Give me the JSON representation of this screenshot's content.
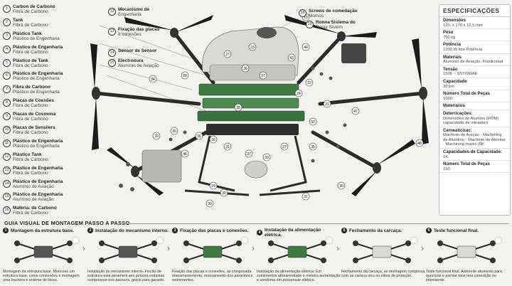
{
  "legend": [
    {
      "n": "1",
      "title": "Carbon de Carbono",
      "sub": "Fibra de Carbono"
    },
    {
      "n": "2",
      "title": "Tank",
      "sub": "Fibra de Carbono"
    },
    {
      "n": "3",
      "title": "Plástico Tank",
      "sub": "Plástico de Engenharia"
    },
    {
      "n": "4",
      "title": "Plástico de Engenharia",
      "sub": "Fibra de Carbono"
    },
    {
      "n": "5",
      "title": "Plástico de Tank",
      "sub": "Fibra de Carbono"
    },
    {
      "n": "6",
      "title": "Plástico de Engenharia",
      "sub": "Plástico de Engenharia"
    },
    {
      "n": "7",
      "title": "Fibra de Carbono",
      "sub": "Plástico de Engenharia"
    },
    {
      "n": "8",
      "title": "Placas de Coexões",
      "sub": "Fibra de Carbono"
    },
    {
      "n": "9",
      "title": "Placas de Cosmona",
      "sub": "Fibra de Carbono"
    },
    {
      "n": "10",
      "title": "Placas de Sensilers",
      "sub": "Fibra de Carbono"
    },
    {
      "n": "11",
      "title": "Plástico de Engenharia",
      "sub": "Plástico de Engenharia"
    },
    {
      "n": "12",
      "title": "Plástico Tank",
      "sub": "Fibra de Carbono"
    },
    {
      "n": "13",
      "title": "Plástico de Engenharia",
      "sub": "Fibra de Carbono"
    },
    {
      "n": "14",
      "title": "Plástico de Engenharia",
      "sub": "Alumínio de Aviação"
    },
    {
      "n": "15",
      "title": "Plástico de Engenharia",
      "sub": "Alumínio de Aviação"
    },
    {
      "n": "16",
      "title": "Materia: de Carbono",
      "sub": "Fibra de Carbono"
    }
  ],
  "callouts": [
    {
      "n": "12",
      "title": "Mecanismo de",
      "sub": "Engenharia"
    },
    {
      "n": "13",
      "title": "Fixação das placas",
      "sub": "e conexões"
    },
    {
      "n": "14",
      "title": "Sensor de Sensor",
      "sub": ""
    },
    {
      "n": "15",
      "title": "Electronura",
      "sub": "Alumínio de Aviação"
    },
    {
      "n": "18",
      "title": "Screws de comedação",
      "sub": "Momos"
    },
    {
      "n": "19",
      "title": "Ronna Sistema do",
      "sub": "Spray Sistem"
    }
  ],
  "part_numbers": [
    "29",
    "34",
    "36",
    "30",
    "27",
    "23",
    "26",
    "28",
    "22",
    "24",
    "21",
    "47",
    "32",
    "30",
    "31",
    "37",
    "33",
    "27",
    "20",
    "46",
    "35",
    "44",
    "43",
    "29",
    "30",
    "30",
    "31",
    "30",
    "48",
    "19",
    "37"
  ],
  "specs": {
    "title": "ESPECIFICAÇÕES",
    "items": [
      {
        "label": "Dimensões",
        "value": "120. x 170 x 12,5 mm"
      },
      {
        "label": "Peso",
        "value": "750 kg"
      },
      {
        "label": "Potência",
        "value": "1200 W Itxo Potência"
      },
      {
        "label": "Materiais",
        "value": "Alumínio de Aviação, Flasilicidad"
      },
      {
        "label": "Tensão",
        "value": "1506 ~ SST/0WAE"
      },
      {
        "label": "Capacidade",
        "value": "30 km"
      },
      {
        "label": "Número Total de Peças",
        "value": "1000"
      },
      {
        "label": "Materiaisis",
        "value": ""
      },
      {
        "label": "Deterricações:",
        "value": "Dimensões de Alumino (ROM) capacidade de vitiradoro"
      },
      {
        "label": "Cerneaticizac:",
        "value": "Machinio de Aorçao · Machining de Aluminio · Machinio de Atonitar · Machining marks (8K"
      },
      {
        "label": "Capacidades de Capacidade:",
        "value": "1K"
      },
      {
        "label": "Número Total de Peças",
        "value": "150"
      }
    ]
  },
  "guide": {
    "title": "GUIA VISUAL DE MONTAGEM PASSO A PASSO",
    "steps": [
      {
        "n": "1",
        "title": "Montagem da estrutura base.",
        "desc": "Montagem da estrutura base. Moncoes um estrutura base, como coneexões e montagem uma bachera e enteme de litoxo."
      },
      {
        "n": "2",
        "title": "Instalação do mecanismo interno.",
        "desc": "Instalação do mecanismo interno. Fincão de estrutura esta perament aes porsora esitastas compressor-nos passucs, gnicio para garanto."
      },
      {
        "n": "3",
        "title": "Fixação das placas e conexões.",
        "desc": "Fixação das placas e conexões, as composada maeamaciemento, monsaneerto dos paraninncs welmmentos."
      },
      {
        "n": "4",
        "title": "Instalação da alimentação elétrica.",
        "desc": "Instalação da alimentação elétrica. Em comimentos altreanestiade e meteira aumentação e sendoma em possensae elétrico."
      },
      {
        "n": "5",
        "title": "Fechamento da carcaça.",
        "desc": "Fechamento da carcaça, se montagem compessa com ua carlaca orru ou ellera de proteção."
      },
      {
        "n": "6",
        "title": "Teste funcional final.",
        "desc": "Teste funcional final. Asimente atumento para quncione o porniar tane tera conexição no intenisente."
      }
    ]
  },
  "colors": {
    "frame": "#2b2b2b",
    "pcb": "#3f7a43",
    "shell": "#d9d9d6",
    "accent": "#e3a21a"
  }
}
